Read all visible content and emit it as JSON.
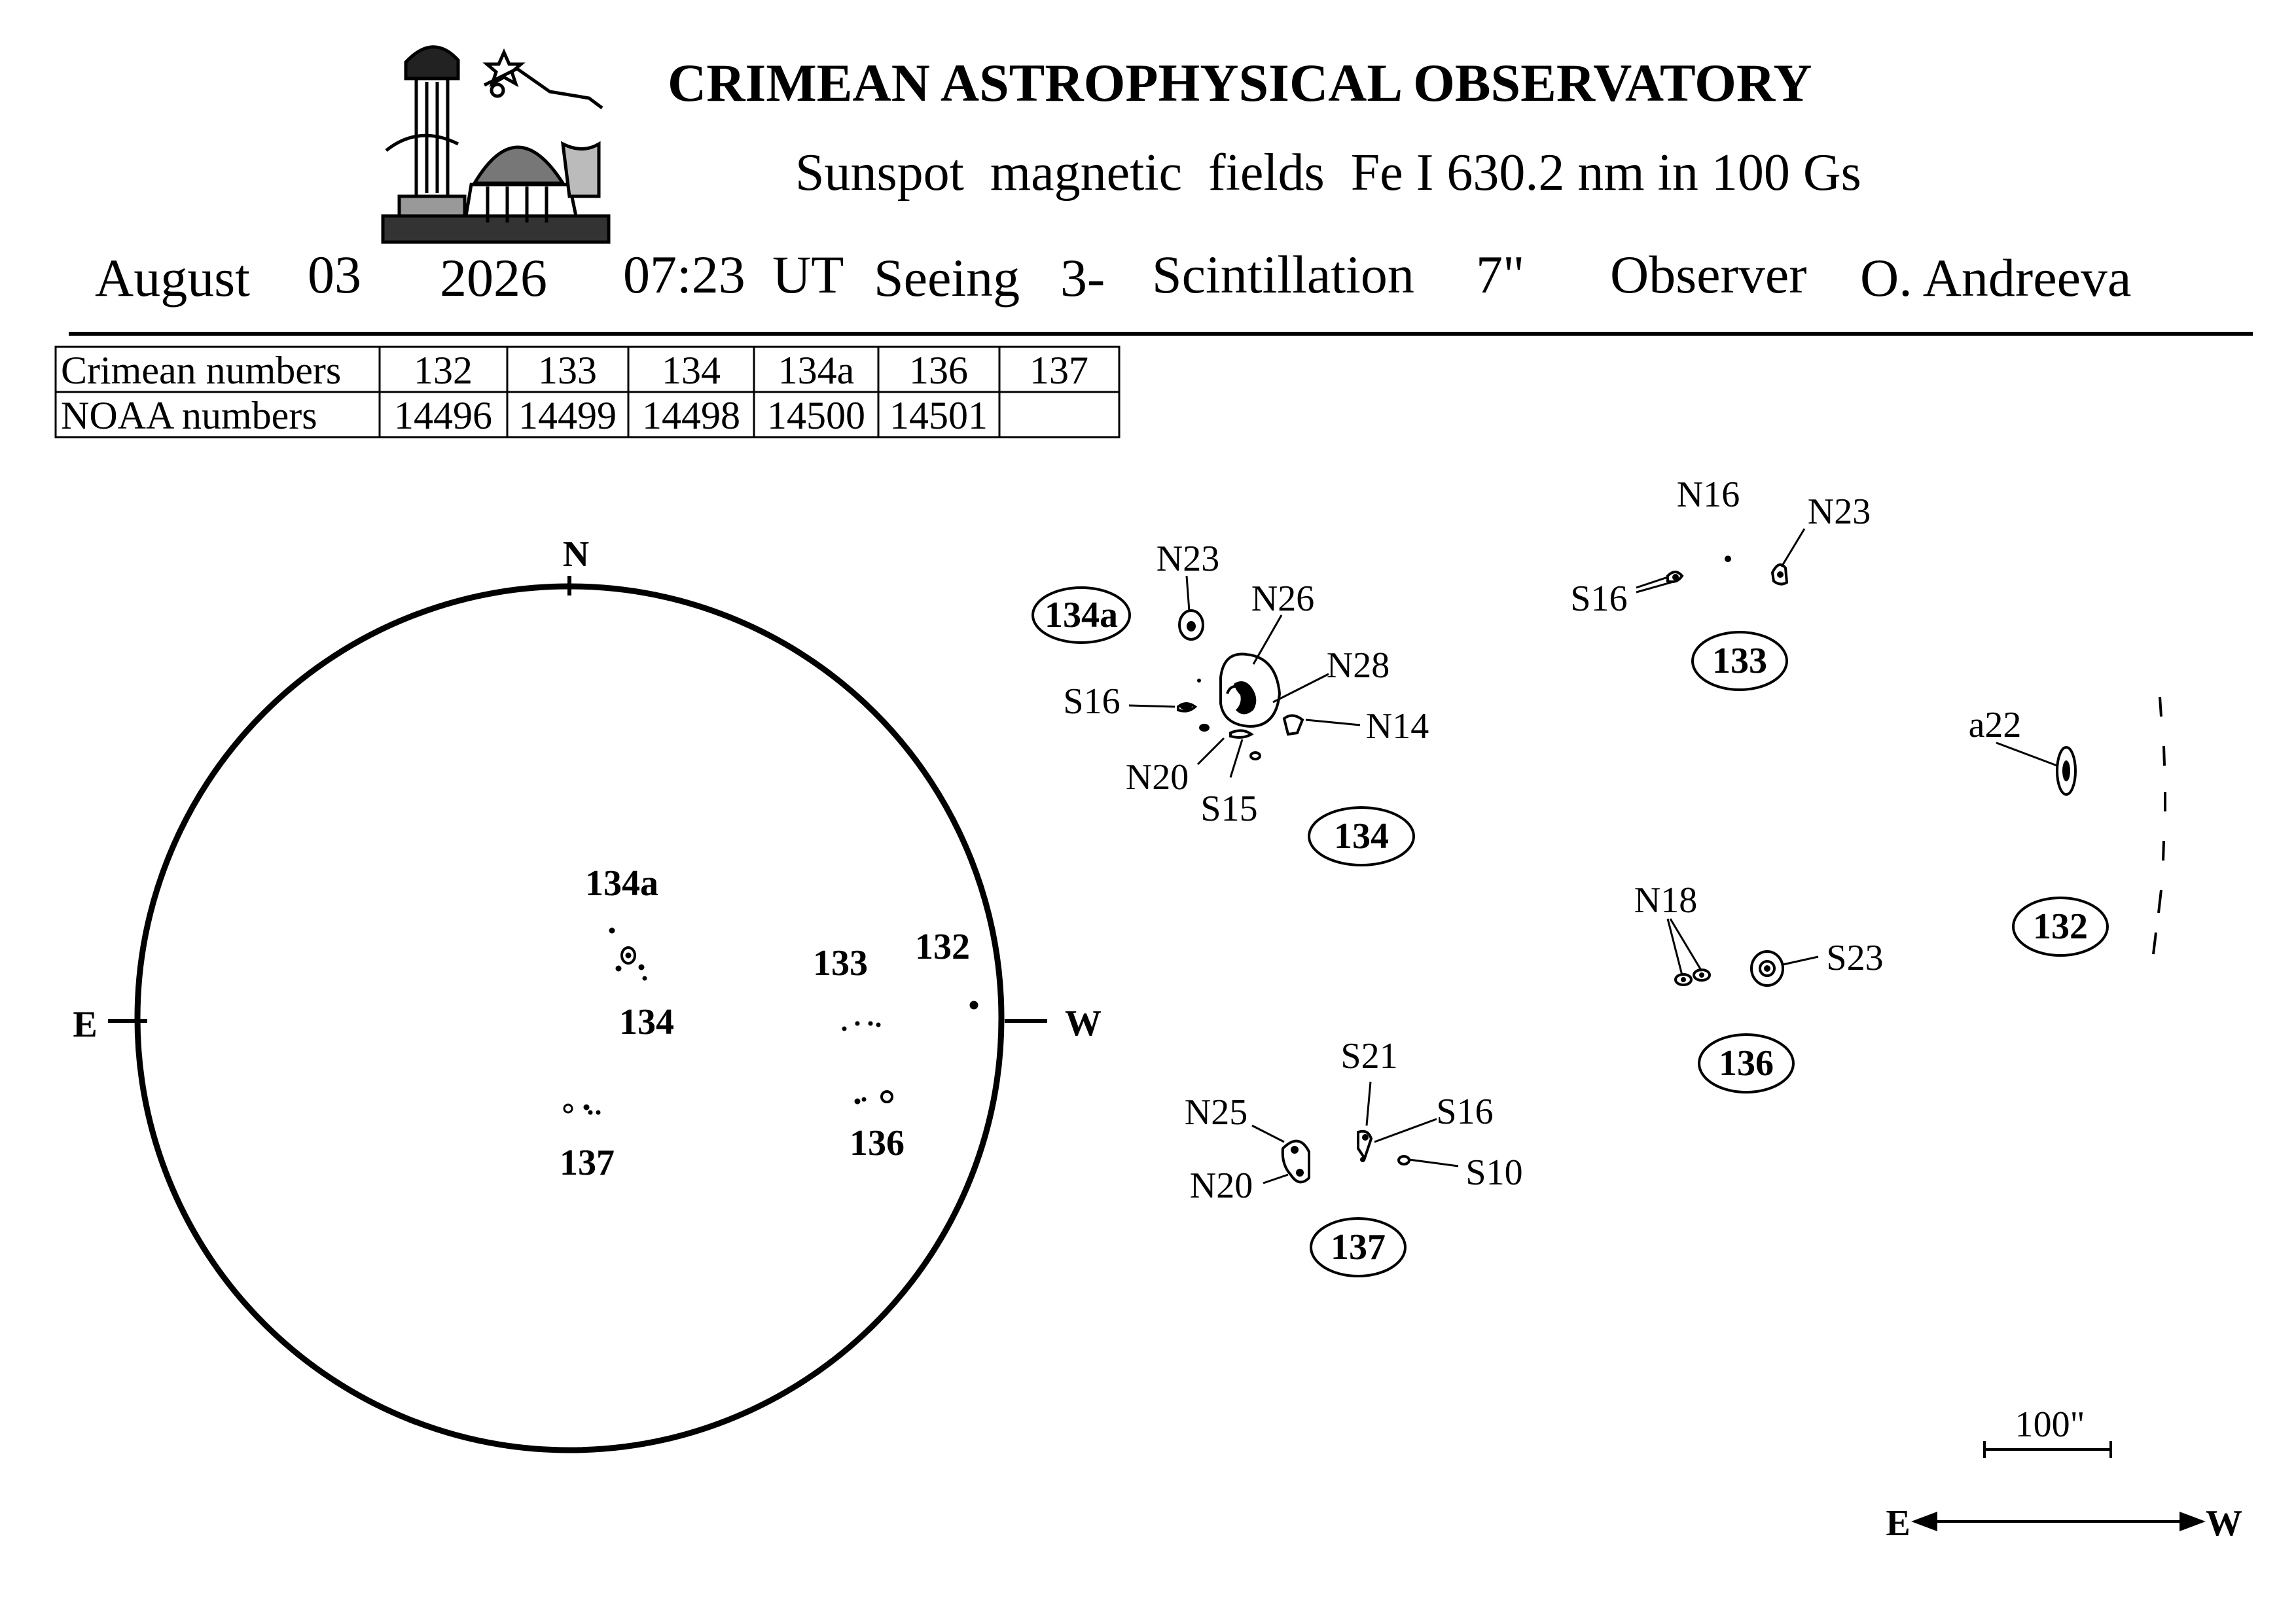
{
  "header": {
    "title": "CRIMEAN ASTROPHYSICAL OBSERVATORY",
    "subtitle": "Sunspot  magnetic  fields  Fe I 630.2 nm in 100 Gs",
    "logo": "observatory-tower-and-dome-drawing"
  },
  "observation": {
    "month": "August",
    "day": "03",
    "year": "2026",
    "time": "07:23",
    "time_unit": "UT",
    "seeing_label": "Seeing",
    "seeing_value": "3-",
    "scintillation_label": "Scintillation",
    "scintillation_value": "7\"",
    "observer_label": "Observer",
    "observer_name": "O. Andreeva"
  },
  "numbers_table": {
    "rows": [
      {
        "label": "Crimean numbers",
        "cells": [
          "132",
          "133",
          "134",
          "134a",
          "136",
          "137"
        ]
      },
      {
        "label": "NOAA numbers",
        "cells": [
          "14496",
          "14499",
          "14498",
          "14500",
          "14501",
          ""
        ]
      }
    ]
  },
  "disk": {
    "directions": {
      "north": "N",
      "east": "E",
      "west": "W"
    },
    "regions": [
      "134a",
      "132",
      "133",
      "134",
      "136",
      "137"
    ]
  },
  "details": {
    "region_134a": {
      "name": "134a",
      "labels": [
        "N23"
      ]
    },
    "region_134": {
      "name": "134",
      "labels": [
        "N26",
        "N28",
        "S16",
        "N14",
        "N20",
        "S15"
      ]
    },
    "region_133": {
      "name": "133",
      "labels": [
        "N16",
        "N23",
        "S16"
      ]
    },
    "region_132": {
      "name": "132",
      "labels": [
        "a22"
      ]
    },
    "region_136": {
      "name": "136",
      "labels": [
        "N18",
        "S23"
      ]
    },
    "region_137": {
      "name": "137",
      "labels": [
        "S21",
        "S16",
        "N25",
        "S10",
        "N20"
      ]
    }
  },
  "scale": {
    "bar_label": "100\"",
    "east": "E",
    "west": "W"
  }
}
